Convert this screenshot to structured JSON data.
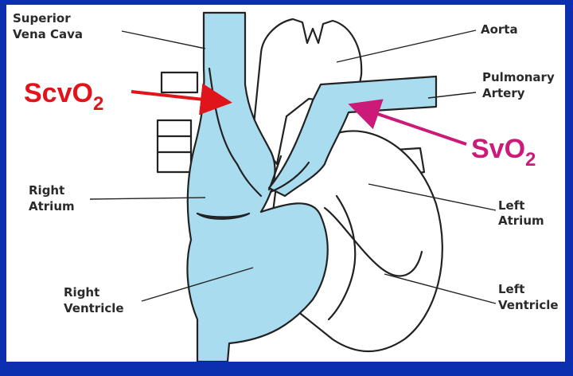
{
  "labels": {
    "superior_vena_cava": [
      "Superior",
      "Vena Cava"
    ],
    "aorta": "Aorta",
    "pulmonary_artery": [
      "Pulmonary",
      "Artery"
    ],
    "right_atrium": [
      "Right",
      "Atrium"
    ],
    "left_atrium": [
      "Left",
      "Atrium"
    ],
    "right_ventricle": [
      "Right",
      "Ventricle"
    ],
    "left_ventricle": [
      "Left",
      "Ventricle"
    ]
  },
  "callouts": {
    "scvo2": {
      "main": "ScvO",
      "sub": "2",
      "color": "#e0141b"
    },
    "svo2": {
      "main": "SvO",
      "sub": "2",
      "color": "#cc1a78"
    }
  },
  "colors": {
    "border": "#0b2fae",
    "deoxygenated_blood": "#a9dcef",
    "background": "#ffffff"
  }
}
